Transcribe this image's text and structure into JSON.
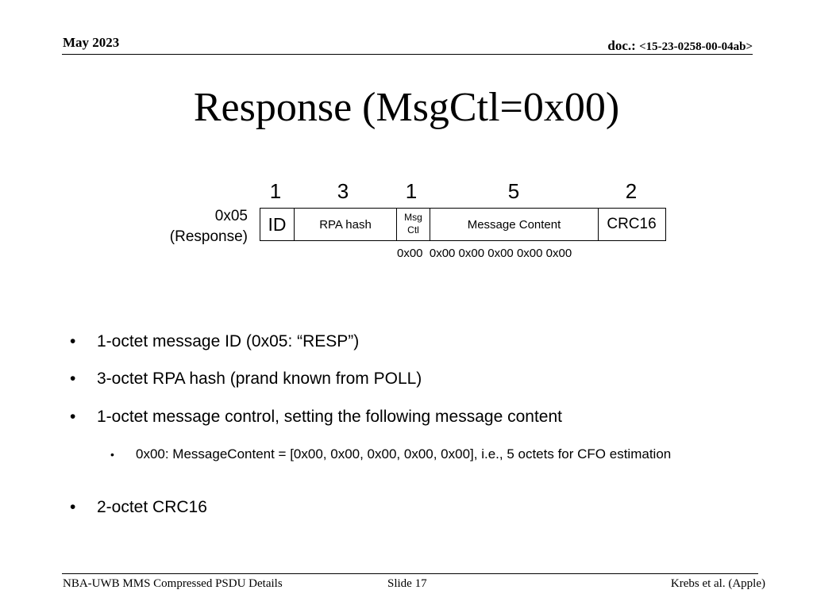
{
  "header": {
    "date": "May 2023",
    "doc_label": "doc.: ",
    "doc_number": "<15-23-0258-00-04ab>"
  },
  "title": "Response (MsgCtl=0x00)",
  "frame": {
    "label_line1": "0x05",
    "label_line2": "(Response)",
    "octets": [
      "1",
      "3",
      "1",
      "5",
      "2"
    ],
    "fields": {
      "id": "ID",
      "rpa_hash": "RPA hash",
      "msg_ctl_line1": "Msg",
      "msg_ctl_line2": "Ctl",
      "message_content": "Message Content",
      "crc": "CRC16"
    },
    "payload_values": "0x00  0x00 0x00 0x00 0x00 0x00"
  },
  "bullets": {
    "b1": "1-octet message ID (0x05: “RESP”)",
    "b2": "3-octet RPA hash (prand known from POLL)",
    "b3": "1-octet message control, setting the following message content",
    "b3_sub": "0x00: MessageContent = [0x00, 0x00, 0x00, 0x00, 0x00], i.e., 5 octets for CFO estimation",
    "b5": "2-octet CRC16",
    "marker": "•"
  },
  "footer": {
    "left": "NBA-UWB MMS Compressed PSDU Details",
    "center": "Slide 17",
    "right": "Krebs et al. (Apple)"
  }
}
